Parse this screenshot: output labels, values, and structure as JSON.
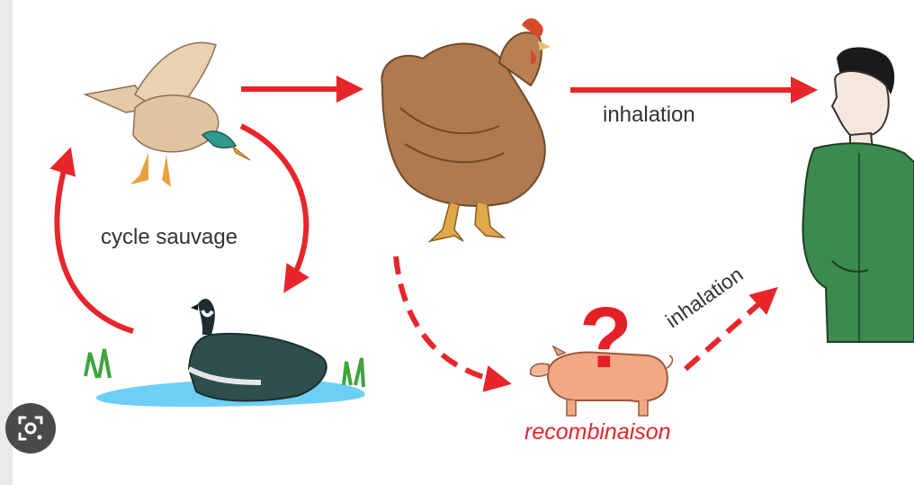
{
  "diagram": {
    "labels": {
      "wild_cycle": "cycle sauvage",
      "inhalation_top": "inhalation",
      "inhalation_bottom": "inhalation",
      "recombination": "recombinaison",
      "question_mark": "?"
    },
    "nodes": [
      "flying-duck",
      "hen",
      "human",
      "swimming-duck",
      "pig"
    ],
    "colors": {
      "arrow": "#e8252b",
      "text": "#333333",
      "recombination_text": "#e8252b",
      "water": "#6ecff6",
      "hen": "#b07a4e",
      "human_clothes": "#3b8a4e",
      "pig": "#f2a882"
    }
  },
  "overlay": {
    "icon": "lens-search-icon"
  }
}
